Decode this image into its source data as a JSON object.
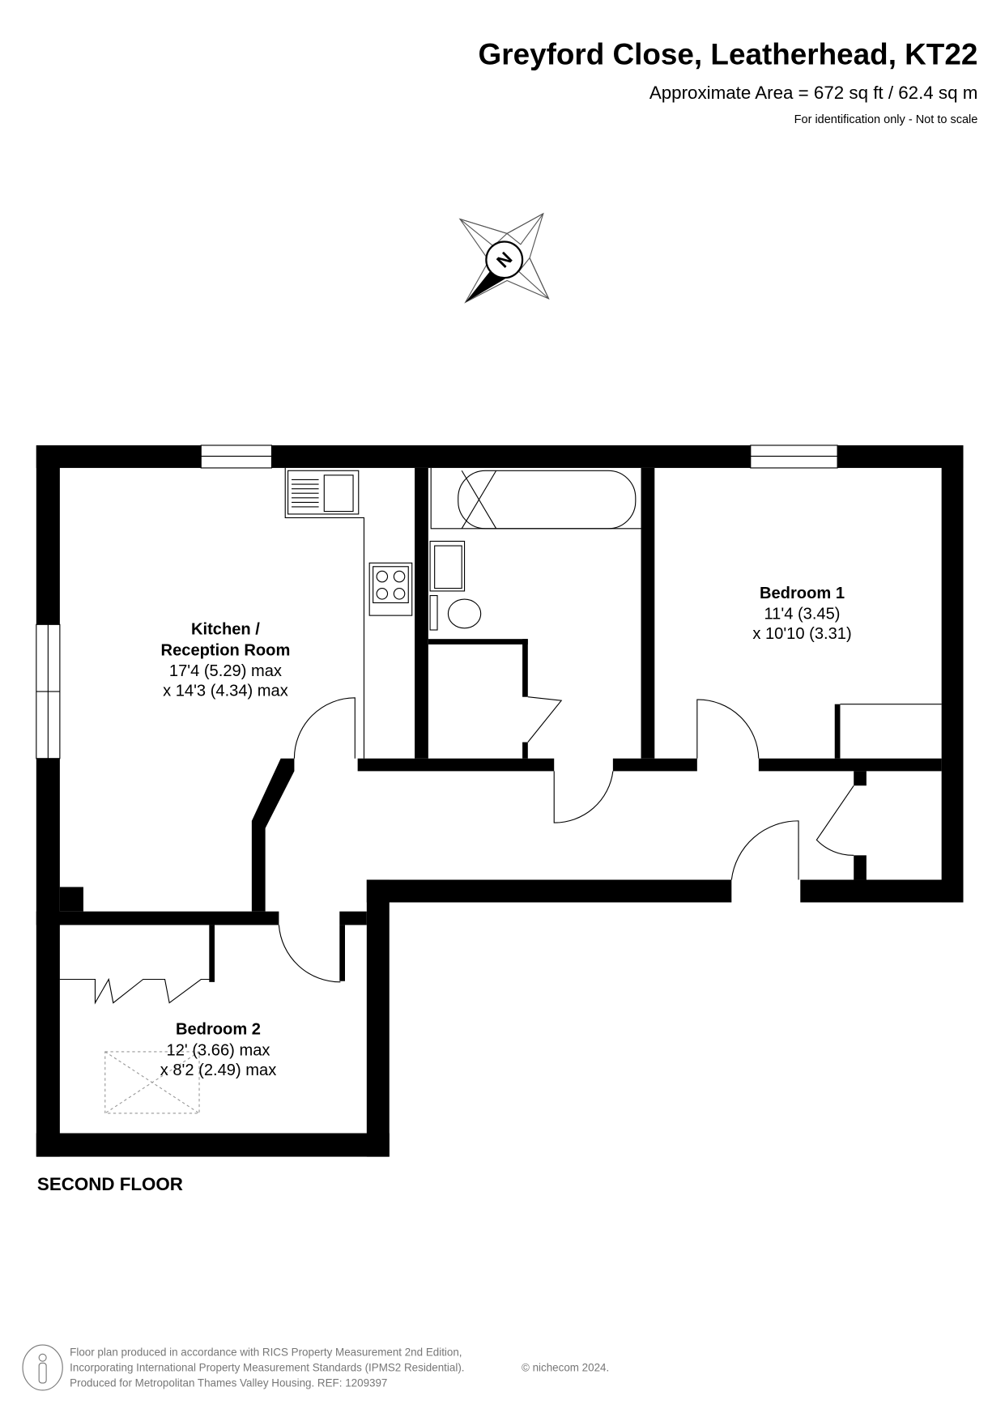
{
  "header": {
    "title": "Greyford Close, Leatherhead, KT22",
    "area": "Approximate Area = 672 sq ft / 62.4 sq m",
    "disclaimer": "For identification only - Not to scale"
  },
  "compass": {
    "label": "N"
  },
  "rooms": [
    {
      "name_line1": "Kitchen /",
      "name_line2": "Reception Room",
      "dim1": "17'4 (5.29) max",
      "dim2": "x 14'3 (4.34) max"
    },
    {
      "name": "Bedroom 1",
      "dim1": "11'4 (3.45)",
      "dim2": "x 10'10 (3.31)"
    },
    {
      "name": "Bedroom 2",
      "dim1": "12' (3.66)  max",
      "dim2": "x 8'2 (2.49) max"
    }
  ],
  "floor_label": "SECOND FLOOR",
  "footer": {
    "line1": "Floor plan produced in accordance with RICS Property Measurement 2nd Edition,",
    "line2": "Incorporating International Property Measurement Standards (IPMS2 Residential).",
    "copyright": "© nichecom 2024.",
    "line3": "Produced for Metropolitan Thames Valley Housing.   REF:  1209397"
  }
}
